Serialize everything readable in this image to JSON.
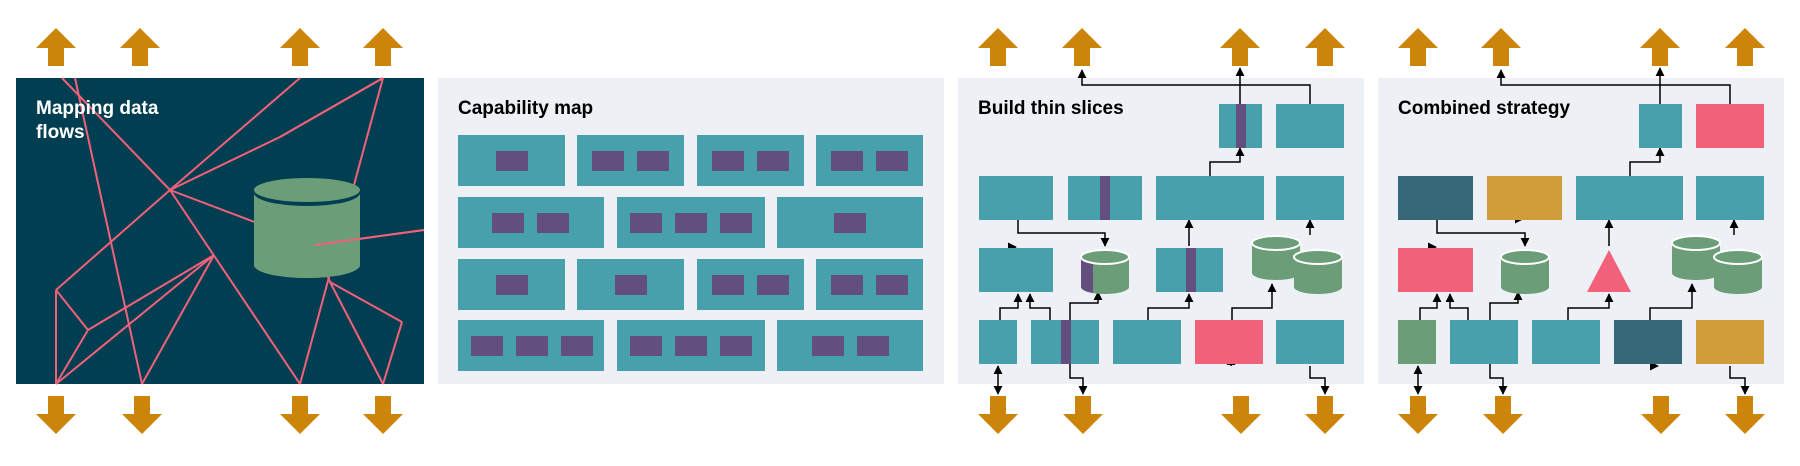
{
  "panels": {
    "mapping": {
      "title_line1": "Mapping data",
      "title_line2": "flows"
    },
    "capability": {
      "title": "Capability map"
    },
    "thin_slices": {
      "title": "Build thin slices"
    },
    "combined": {
      "title": "Combined strategy"
    }
  },
  "colors": {
    "dark_teal": "#023e51",
    "panel_gray": "#edf0f4",
    "teal": "#47a1ad",
    "purple": "#634f7d",
    "green": "#6b9e78",
    "pink": "#f2617a",
    "orange": "#cc850a",
    "slate": "#376878",
    "gold": "#d39c3a",
    "flow_line": "#f2617a"
  }
}
